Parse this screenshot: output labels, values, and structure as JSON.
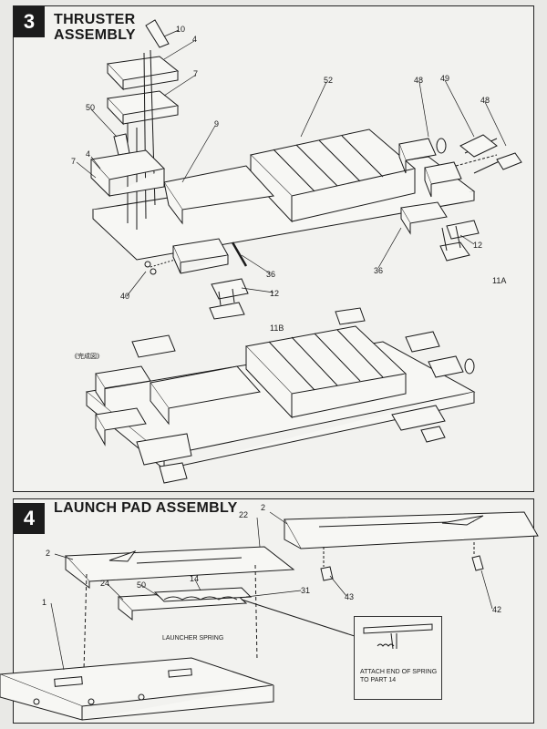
{
  "step3": {
    "number": "3",
    "title_line1": "THRUSTER",
    "title_line2": "ASSEMBLY",
    "completed_label": "《完成図》",
    "callouts": [
      "10",
      "4",
      "7",
      "50",
      "9",
      "52",
      "48",
      "49",
      "48",
      "4",
      "7",
      "12",
      "36",
      "36",
      "40",
      "12",
      "11A",
      "11B"
    ]
  },
  "step4": {
    "number": "4",
    "title": "LAUNCH PAD ASSEMBLY",
    "callouts": [
      "2",
      "22",
      "2",
      "24",
      "50",
      "14",
      "31",
      "1",
      "43",
      "42"
    ],
    "spring_label": "LAUNCHER SPRING",
    "note": "ATTACH END OF SPRING TO PART 14"
  },
  "colors": {
    "ink": "#1a1a1a",
    "paper": "#f2f2ef",
    "badge": "#1c1c1c"
  }
}
